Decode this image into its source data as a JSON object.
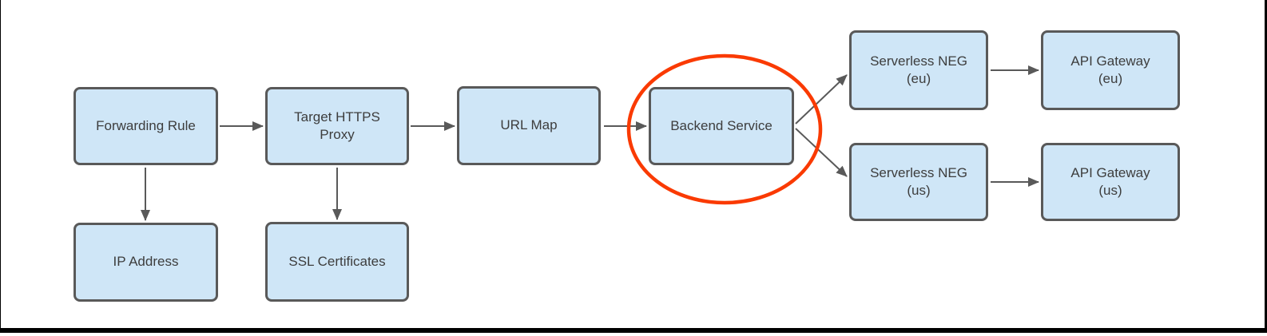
{
  "diagram": {
    "type": "flowchart",
    "colors": {
      "node_fill": "#cfe6f7",
      "node_border": "#595959",
      "arrow": "#595959",
      "text": "#3d3d3d",
      "highlight_ellipse": "#fa3a02",
      "frame": "#000000",
      "background": "#ffffff"
    },
    "nodes": {
      "forwarding_rule": {
        "label": "Forwarding Rule"
      },
      "target_https_proxy": {
        "label": "Target HTTPS\nProxy"
      },
      "url_map": {
        "label": "URL Map"
      },
      "backend_service": {
        "label": "Backend Service"
      },
      "serverless_neg_eu": {
        "label": "Serverless NEG\n(eu)"
      },
      "api_gateway_eu": {
        "label": "API Gateway\n(eu)"
      },
      "serverless_neg_us": {
        "label": "Serverless NEG\n(us)"
      },
      "api_gateway_us": {
        "label": "API Gateway\n(us)"
      },
      "ip_address": {
        "label": "IP Address"
      },
      "ssl_certificates": {
        "label": "SSL Certificates"
      }
    },
    "edges": [
      {
        "from": "Forwarding Rule",
        "to": "Target HTTPS Proxy"
      },
      {
        "from": "Target HTTPS Proxy",
        "to": "URL Map"
      },
      {
        "from": "URL Map",
        "to": "Backend Service"
      },
      {
        "from": "Backend Service",
        "to": "Serverless NEG (eu)"
      },
      {
        "from": "Backend Service",
        "to": "Serverless NEG (us)"
      },
      {
        "from": "Serverless NEG (eu)",
        "to": "API Gateway (eu)"
      },
      {
        "from": "Serverless NEG (us)",
        "to": "API Gateway (us)"
      },
      {
        "from": "Forwarding Rule",
        "to": "IP Address"
      },
      {
        "from": "Target HTTPS Proxy",
        "to": "SSL Certificates"
      }
    ],
    "annotation": {
      "shape": "ellipse",
      "around": "Backend Service",
      "color": "#fa3a02"
    }
  }
}
